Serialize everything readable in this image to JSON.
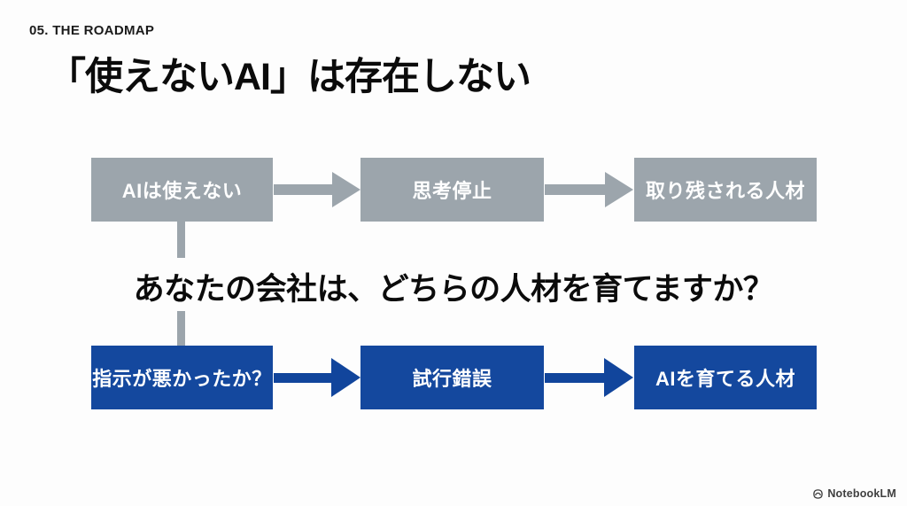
{
  "slide": {
    "eyebrow": "05. THE ROADMAP",
    "title": "「使えないAI」は存在しない",
    "question": "あなたの会社は、どちらの人材を育てますか？"
  },
  "flow": {
    "top_row": [
      {
        "label": "AIは使えない"
      },
      {
        "label": "思考停止"
      },
      {
        "label": "取り残される人材"
      }
    ],
    "bottom_row": [
      {
        "label": "指示が悪かったか？"
      },
      {
        "label": "試行錯誤"
      },
      {
        "label": "AIを育てる人材"
      }
    ]
  },
  "watermark": {
    "brand": "NotebookLM"
  },
  "colors": {
    "background": "#fdfdfd",
    "gray_node": "#9ca5ac",
    "gray_arrow": "#9ca5ac",
    "blue_node": "#14489e",
    "blue_arrow": "#11459c",
    "node_text": "#ffffff",
    "title_text": "#0b0b0b"
  }
}
